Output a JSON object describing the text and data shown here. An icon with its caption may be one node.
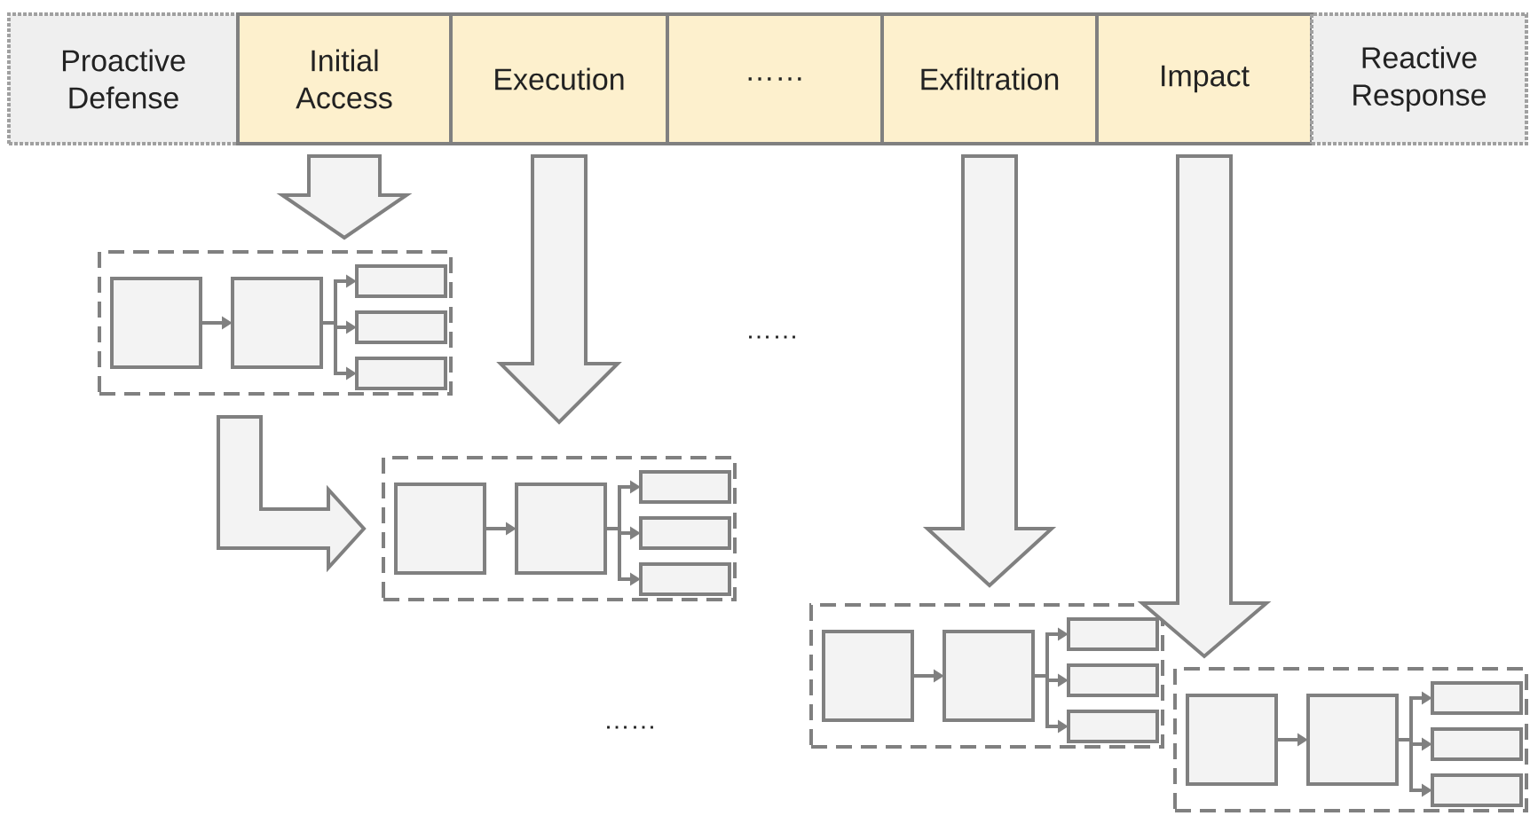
{
  "diagram": {
    "nodes": [
      {
        "text": [
          "Proactive Defense"
        ]
      },
      {
        "text": [
          "Initial Access"
        ]
      },
      {
        "text": [
          "Execution"
        ]
      },
      {
        "text": [
          "……"
        ]
      },
      {
        "text": [
          "Exfiltration"
        ]
      },
      {
        "text": [
          "Impact"
        ]
      },
      {
        "text": [
          "Reactive Response"
        ]
      },
      {
        "text": [],
        "shape": "box"
      },
      {
        "text": [],
        "shape": "box",
        "in": 7
      },
      {
        "text": [],
        "shape": "box",
        "in": 7
      },
      {
        "text": [],
        "shape": "box",
        "in": 7
      },
      {
        "text": [],
        "shape": "box",
        "in": 7
      },
      {
        "text": [],
        "shape": "box",
        "in": 7
      },
      {
        "text": [],
        "shape": "box"
      },
      {
        "text": [],
        "shape": "box",
        "in": 13
      },
      {
        "text": [],
        "shape": "box",
        "in": 13
      },
      {
        "text": [],
        "shape": "box",
        "in": 13
      },
      {
        "text": [],
        "shape": "box",
        "in": 13
      },
      {
        "text": [],
        "shape": "box",
        "in": 13
      },
      {
        "text": [],
        "shape": "box"
      },
      {
        "text": [],
        "shape": "box",
        "in": 19
      },
      {
        "text": [],
        "shape": "box",
        "in": 19
      },
      {
        "text": [],
        "shape": "box",
        "in": 19
      },
      {
        "text": [],
        "shape": "box",
        "in": 19
      },
      {
        "text": [],
        "shape": "box",
        "in": 19
      },
      {
        "text": [],
        "shape": "box"
      },
      {
        "text": [],
        "shape": "box",
        "in": 25
      },
      {
        "text": [],
        "shape": "box",
        "in": 25
      },
      {
        "text": [],
        "shape": "box",
        "in": 25
      },
      {
        "text": [],
        "shape": "box",
        "in": 25
      },
      {
        "text": [],
        "shape": "box",
        "in": 25
      }
    ],
    "edges": [
      {
        "from": 1,
        "to": 7,
        "arrow": "to",
        "style": "thick"
      },
      {
        "from": 2,
        "to": 13,
        "arrow": "to",
        "style": "thick"
      },
      {
        "from": 4,
        "to": 19,
        "arrow": "to",
        "style": "thick"
      },
      {
        "from": 5,
        "to": 25,
        "arrow": "to",
        "style": "thick"
      },
      {
        "from": 7,
        "to": 13,
        "arrow": "to",
        "style": "thick"
      },
      {
        "from": 8,
        "to": 9,
        "arrow": "to"
      },
      {
        "from": 9,
        "to": 10,
        "arrow": "to"
      },
      {
        "from": 9,
        "to": 11,
        "arrow": "to"
      },
      {
        "from": 9,
        "to": 12,
        "arrow": "to"
      },
      {
        "from": 14,
        "to": 15,
        "arrow": "to"
      },
      {
        "from": 15,
        "to": 16,
        "arrow": "to"
      },
      {
        "from": 15,
        "to": 17,
        "arrow": "to"
      },
      {
        "from": 15,
        "to": 18,
        "arrow": "to"
      },
      {
        "from": 20,
        "to": 21,
        "arrow": "to"
      },
      {
        "from": 21,
        "to": 22,
        "arrow": "to"
      },
      {
        "from": 21,
        "to": 23,
        "arrow": "to"
      },
      {
        "from": 21,
        "to": 24,
        "arrow": "to"
      },
      {
        "from": 26,
        "to": 27,
        "arrow": "to"
      },
      {
        "from": 27,
        "to": 28,
        "arrow": "to"
      },
      {
        "from": 27,
        "to": 29,
        "arrow": "to"
      },
      {
        "from": 27,
        "to": 30,
        "arrow": "to"
      }
    ],
    "labels": [
      "……",
      "……"
    ]
  }
}
